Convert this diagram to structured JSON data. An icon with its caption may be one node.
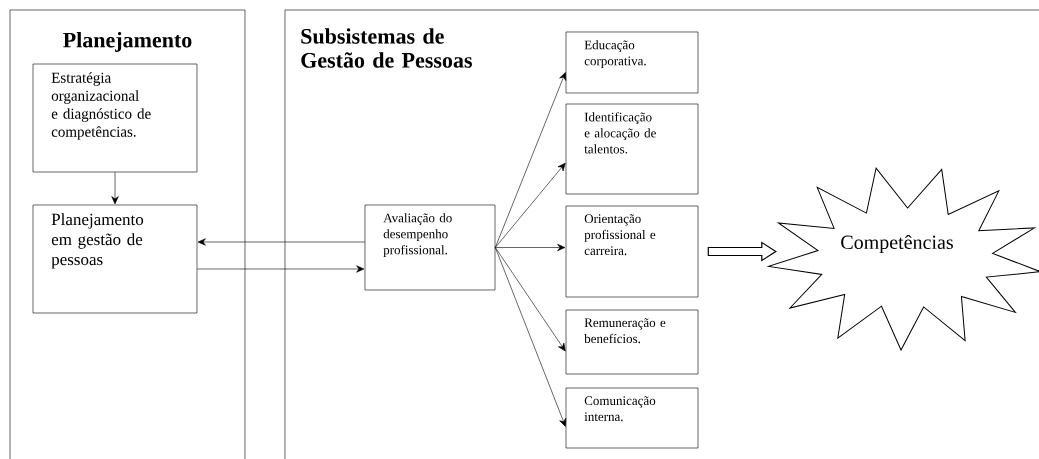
{
  "diagram": {
    "nodes": [
      {
        "text": [
          "Planejamento"
        ]
      },
      {
        "text": [
          "Subsistemas de Gestão de Pessoas"
        ]
      },
      {
        "text": [
          "Estratégia organizacional e diagnóstico de competências."
        ],
        "in": 0
      },
      {
        "text": [
          "Planejamento em gestão de pessoas"
        ],
        "in": 0
      },
      {
        "text": [
          "Avaliação do desempenho profissional."
        ],
        "in": 1
      },
      {
        "text": [
          "Educação corporativa."
        ],
        "in": 1
      },
      {
        "text": [
          "Identificação e alocação de talentos."
        ],
        "in": 1
      },
      {
        "text": [
          "Orientação profissional e carreira."
        ],
        "in": 1
      },
      {
        "text": [
          "Remuneração e benefícios."
        ],
        "in": 1
      },
      {
        "text": [
          "Comunicação interna."
        ],
        "in": 1
      },
      {
        "text": [
          "Competências"
        ],
        "in": 1
      }
    ],
    "edges": [
      {
        "from": 2,
        "to": 3,
        "arrow": "to"
      },
      {
        "from": 4,
        "to": 3,
        "arrow": "to"
      },
      {
        "from": 3,
        "to": 4,
        "arrow": "to"
      },
      {
        "from": 4,
        "to": 5,
        "arrow": "to"
      },
      {
        "from": 4,
        "to": 6,
        "arrow": "to"
      },
      {
        "from": 4,
        "to": 7,
        "arrow": "to"
      },
      {
        "from": 4,
        "to": 8,
        "arrow": "to"
      },
      {
        "from": 4,
        "to": 9,
        "arrow": "to"
      },
      {
        "from": 7,
        "to": 10,
        "arrow": "to",
        "style": "thick"
      }
    ]
  }
}
